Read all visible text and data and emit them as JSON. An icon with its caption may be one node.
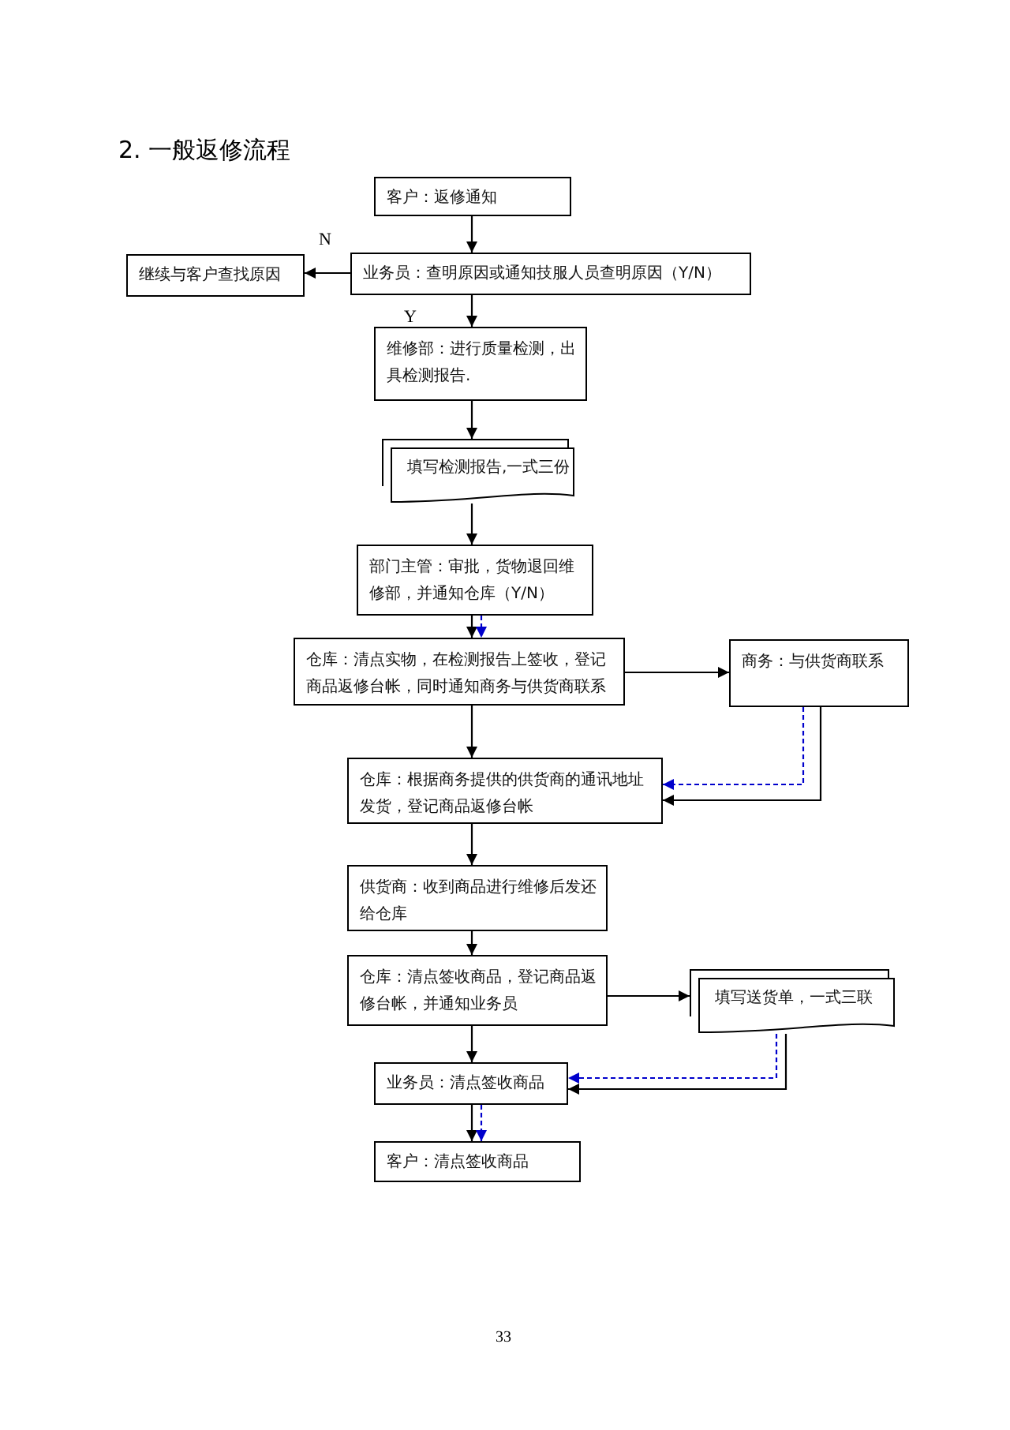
{
  "diagram": {
    "title": "2. 一般返修流程",
    "nodes": [
      {
        "text": [
          "客户：返修通知"
        ]
      },
      {
        "text": [
          "业务员：查明原因或通知技服人员查明原因（Y/N）"
        ]
      },
      {
        "text": [
          "继续与客户查找原因"
        ]
      },
      {
        "text": [
          "维修部：进行质量检测，出具检测报告."
        ]
      },
      {
        "text": [
          "填写检测报告,一式三份"
        ]
      },
      {
        "text": [
          "部门主管：审批，货物退回维修部，并通知仓库（Y/N）"
        ]
      },
      {
        "text": [
          "仓库：清点实物，在检测报告上签收，登记商品返修台帐，同时通知商务与供货商联系"
        ]
      },
      {
        "text": [
          "商务：与供货商联系"
        ]
      },
      {
        "text": [
          "仓库：根据商务提供的供货商的通讯地址发货，登记商品返修台帐"
        ]
      },
      {
        "text": [
          "供货商：收到商品进行维修后发还给仓库"
        ]
      },
      {
        "text": [
          "仓库：清点签收商品，登记商品返修台帐，并通知业务员"
        ]
      },
      {
        "text": [
          "填写送货单，一式三联"
        ]
      },
      {
        "text": [
          "业务员：清点签收商品"
        ]
      },
      {
        "text": [
          "客户：清点签收商品"
        ]
      }
    ],
    "edges": [
      {
        "from": 0,
        "to": 1,
        "arrow": "to"
      },
      {
        "from": 1,
        "to": 2,
        "arrow": "to",
        "label": "N"
      },
      {
        "from": 1,
        "to": 3,
        "arrow": "to",
        "label": "Y"
      },
      {
        "from": 3,
        "to": 4,
        "arrow": "to"
      },
      {
        "from": 4,
        "to": 5,
        "arrow": "to"
      },
      {
        "from": 5,
        "to": 6,
        "arrow": "to"
      },
      {
        "from": 5,
        "to": 6,
        "arrow": "to",
        "style": "dashed",
        "color": "#0000cc"
      },
      {
        "from": 6,
        "to": 7,
        "arrow": "to"
      },
      {
        "from": 6,
        "to": 8,
        "arrow": "to"
      },
      {
        "from": 7,
        "to": 8,
        "arrow": "to",
        "style": "dashed",
        "color": "#0000cc"
      },
      {
        "from": 7,
        "to": 8,
        "arrow": "to"
      },
      {
        "from": 8,
        "to": 9,
        "arrow": "to"
      },
      {
        "from": 9,
        "to": 10,
        "arrow": "to"
      },
      {
        "from": 10,
        "to": 11,
        "arrow": "to"
      },
      {
        "from": 11,
        "to": 12,
        "arrow": "to",
        "style": "dashed",
        "color": "#0000cc"
      },
      {
        "from": 11,
        "to": 12,
        "arrow": "to"
      },
      {
        "from": 10,
        "to": 12,
        "arrow": "to"
      },
      {
        "from": 12,
        "to": 13,
        "arrow": "to"
      },
      {
        "from": 12,
        "to": 13,
        "arrow": "to",
        "style": "dashed",
        "color": "#0000cc"
      }
    ],
    "labels": [
      "33"
    ]
  }
}
